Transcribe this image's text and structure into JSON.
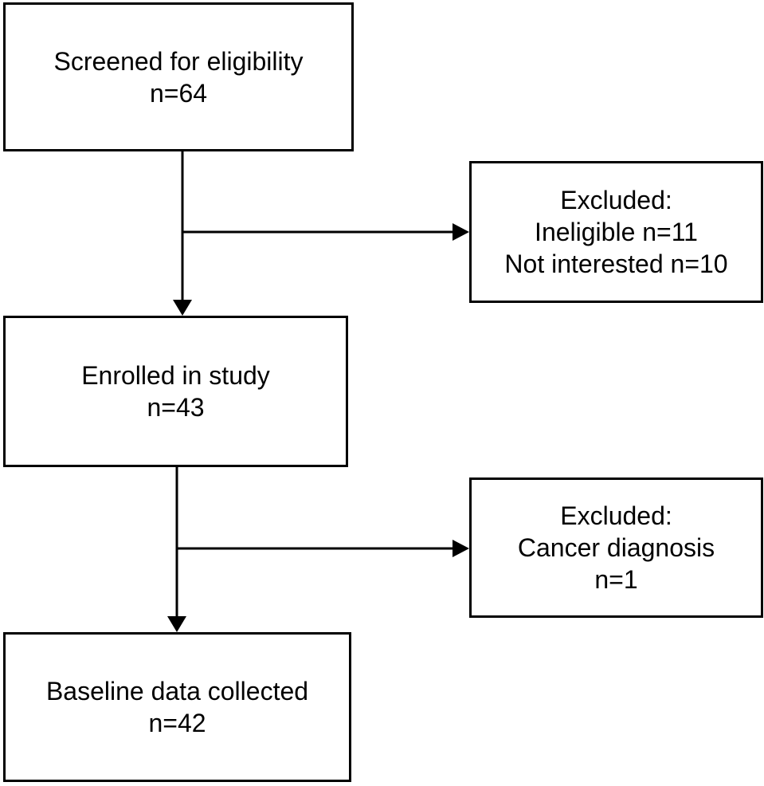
{
  "flowchart": {
    "screened": {
      "title": "Screened for eligibility",
      "count": "n=64"
    },
    "excluded_1": {
      "title": "Excluded:",
      "line1": "Ineligible n=11",
      "line2": "Not interested n=10"
    },
    "enrolled": {
      "title": "Enrolled in study",
      "count": "n=43"
    },
    "excluded_2": {
      "title": "Excluded:",
      "line1": "Cancer diagnosis",
      "line2": "n=1"
    },
    "baseline": {
      "title": "Baseline data collected",
      "count": "n=42"
    }
  }
}
